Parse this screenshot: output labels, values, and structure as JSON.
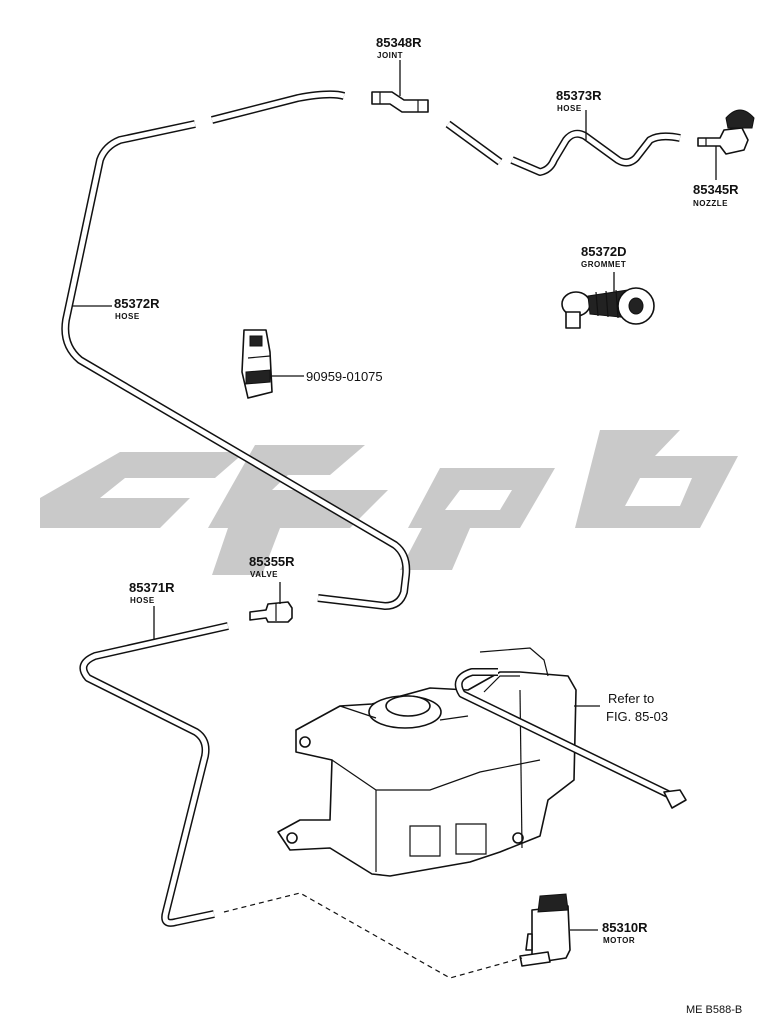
{
  "parts": {
    "joint": {
      "number": "85348R",
      "description": "JOINT"
    },
    "hose_upper_right": {
      "number": "85373R",
      "description": "HOSE"
    },
    "nozzle": {
      "number": "85345R",
      "description": "NOZZLE"
    },
    "grommet": {
      "number": "85372D",
      "description": "GROMMET"
    },
    "hose_long": {
      "number": "85372R",
      "description": "HOSE"
    },
    "clip": {
      "number": "90959-01075"
    },
    "valve": {
      "number": "85355R",
      "description": "VALVE"
    },
    "hose_lower": {
      "number": "85371R",
      "description": "HOSE"
    },
    "motor": {
      "number": "85310R",
      "description": "MOTOR"
    }
  },
  "reference": {
    "line1": "Refer to",
    "line2": "FIG. 85-03"
  },
  "diagram_code": "ME B588-B"
}
